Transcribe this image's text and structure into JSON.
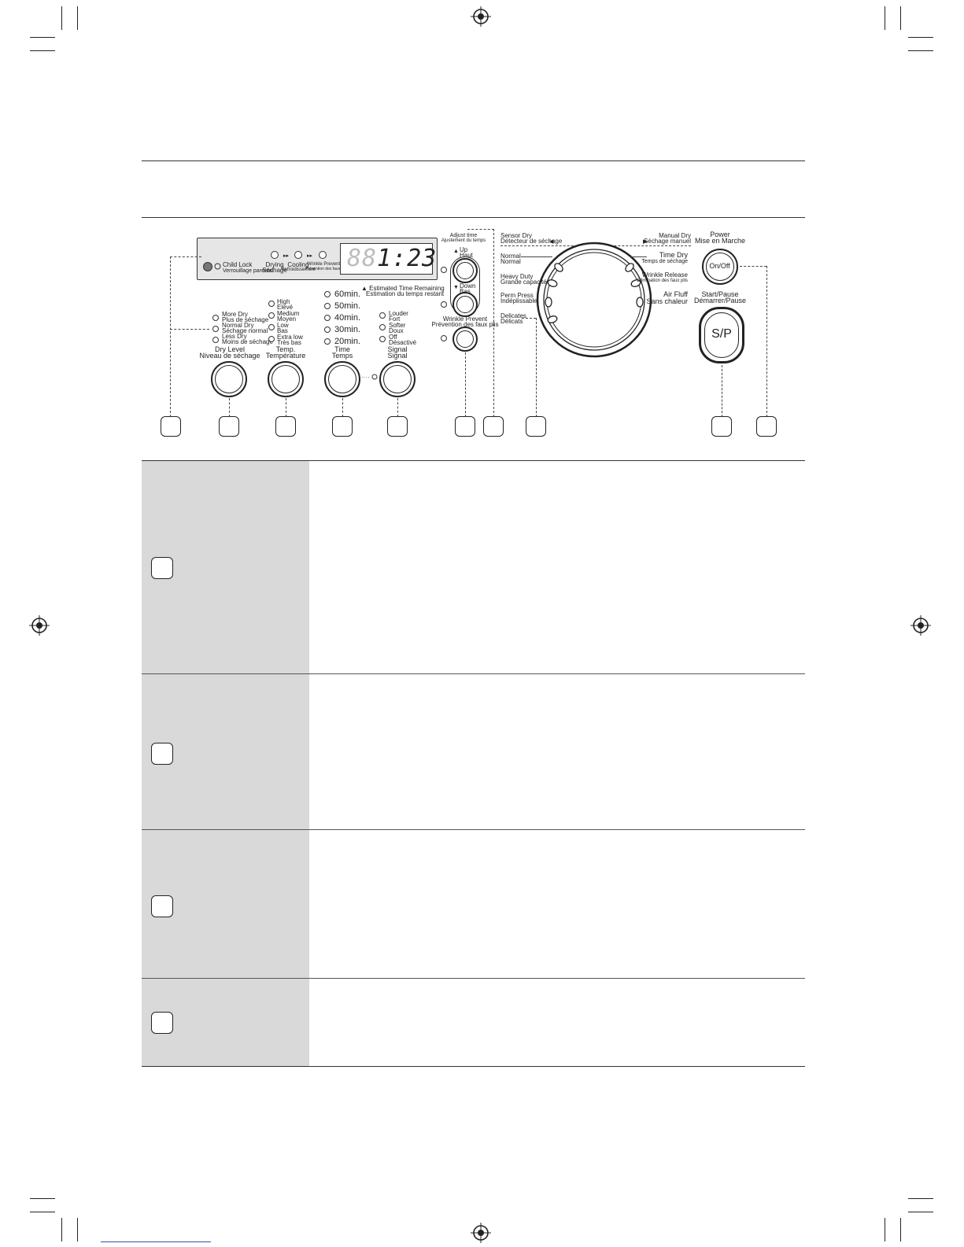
{
  "display": {
    "child_lock": "Child Lock",
    "child_lock_fr": "Verrouillage parental",
    "drying": "Drying",
    "drying_fr": "Séchage",
    "cooling": "Cooling",
    "cooling_fr": "Refroidissement",
    "wrinkle_prevent_status": "Wrinkle Prevent",
    "wrinkle_prevent_status_fr": "Prévention des faux plis",
    "time_value": "1:23",
    "time_ghost": "88",
    "estimated_time": "Estimated Time Remaining",
    "estimated_time_fr": "Estimation du temps restant"
  },
  "dry_level": {
    "options": [
      {
        "en": "More Dry",
        "fr": "Plus de séchage"
      },
      {
        "en": "Normal Dry",
        "fr": "Séchage normal"
      },
      {
        "en": "Less Dry",
        "fr": "Moins de séchage"
      }
    ],
    "label": "Dry Level",
    "label_fr": "Niveau de séchage"
  },
  "temp": {
    "options": [
      {
        "en": "High",
        "fr": "Elevé"
      },
      {
        "en": "Medium",
        "fr": "Moyen"
      },
      {
        "en": "Low",
        "fr": "Bas"
      },
      {
        "en": "Extra low",
        "fr": "Très bas"
      }
    ],
    "label": "Temp.",
    "label_fr": "Température"
  },
  "time": {
    "options": [
      "60min.",
      "50min.",
      "40min.",
      "30min.",
      "20min."
    ],
    "label": "Time",
    "label_fr": "Temps"
  },
  "signal": {
    "options": [
      {
        "en": "Louder",
        "fr": "Fort"
      },
      {
        "en": "Softer",
        "fr": "Doux"
      },
      {
        "en": "Off",
        "fr": "Désactivé"
      }
    ],
    "label": "Signal",
    "label_fr": "Signal"
  },
  "adjust": {
    "title": "Adjust time",
    "title_fr": "Ajustement du temps",
    "up": "Up",
    "up_fr": "Haut",
    "down": "Down",
    "down_fr": "Bas",
    "wrinkle": "Wrinkle Prevent",
    "wrinkle_fr": "Prévention des faux plis"
  },
  "cycles": {
    "sensor_dry": "Sensor Dry",
    "sensor_dry_fr": "Détecteur de séchage",
    "manual_dry": "Manual Dry",
    "manual_dry_fr": "Séchage manuel",
    "left": [
      {
        "en": "Normal",
        "fr": "Normal"
      },
      {
        "en": "Heavy Duty",
        "fr": "Grande capacité"
      },
      {
        "en": "Perm Press",
        "fr": "Indéplissable"
      },
      {
        "en": "Delicates",
        "fr": "Délicats"
      }
    ],
    "right": [
      {
        "en": "Time Dry",
        "fr": "Temps de séchage"
      },
      {
        "en": "Wrinkle Release",
        "fr": "Elimination des faux plis"
      },
      {
        "en": "Air Fluff",
        "fr": "Sans chaleur"
      }
    ]
  },
  "power": {
    "label": "Power",
    "label_fr": "Mise en Marche",
    "button": "On/Off"
  },
  "start": {
    "label": "Start/Pause",
    "label_fr": "Démarrer/Pause",
    "button": "S/P"
  }
}
